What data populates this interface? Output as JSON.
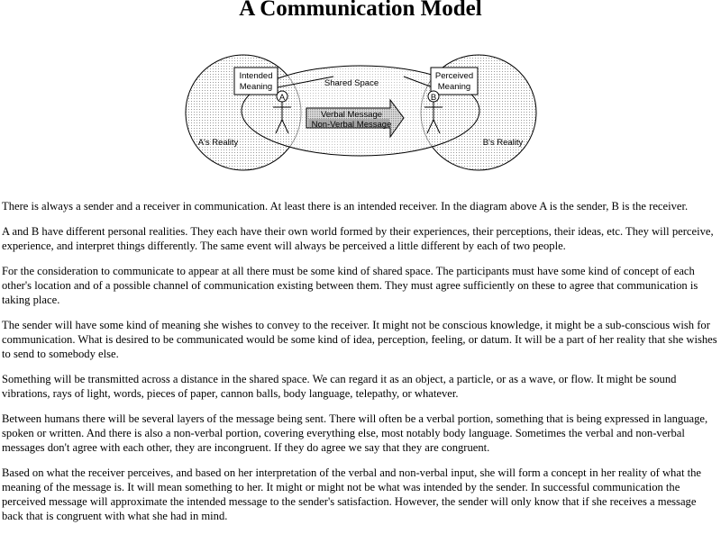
{
  "title": "A Communication Model",
  "diagram": {
    "intended_meaning": [
      "Intended",
      "Meaning"
    ],
    "perceived_meaning": [
      "Perceived",
      "Meaning"
    ],
    "shared_space": "Shared Space",
    "sender": "A",
    "receiver": "B",
    "verbal": "Verbal Message",
    "nonverbal": "Non-Verbal Message",
    "a_reality": "A's Reality",
    "b_reality": "B's Reality"
  },
  "paragraphs": [
    "There is always a sender and a receiver in communication. At least there is an intended receiver. In the diagram above A is the sender, B is the receiver.",
    "A and B have different personal realities. They each have their own world formed by their experiences, their perceptions, their ideas, etc. They will perceive, experience, and interpret things differently. The same event will always be perceived a little different by each of two people.",
    "For the consideration to communicate to appear at all there must be some kind of shared space. The participants must have some kind of concept of each other's location and of a possible channel of communication existing between them. They must agree sufficiently on these to agree that communication is taking place.",
    "The sender will have some kind of meaning she wishes to convey to the receiver. It might not be conscious knowledge, it might be a sub-conscious wish for communication. What is desired to be communicated would be some kind of idea, perception, feeling, or datum. It will be a part of her reality that she wishes to send to somebody else.",
    "Something will be transmitted across a distance in the shared space. We can regard it as an object, a particle, or as a wave, or flow. It might be sound vibrations, rays of light, words, pieces of paper, cannon balls, body language, telepathy, or whatever.",
    "Between humans there will be several layers of the message being sent. There will often be a verbal portion, something that is being expressed in language, spoken or written. And there is also a non-verbal portion, covering everything else, most notably body language. Sometimes the verbal and non-verbal messages don't agree with each other, they are incongruent. If they do agree we say that they are congruent.",
    "Based on what the receiver perceives, and based on her interpretation of the verbal and non-verbal input, she will form a concept in her reality of what the meaning of the message is. It will mean something to her. It might or might not be what was intended by the sender. In successful communication the perceived message will approximate the intended message to the sender's satisfaction. However, the sender will only know that if she receives a message back that is congruent with what she had in mind."
  ]
}
